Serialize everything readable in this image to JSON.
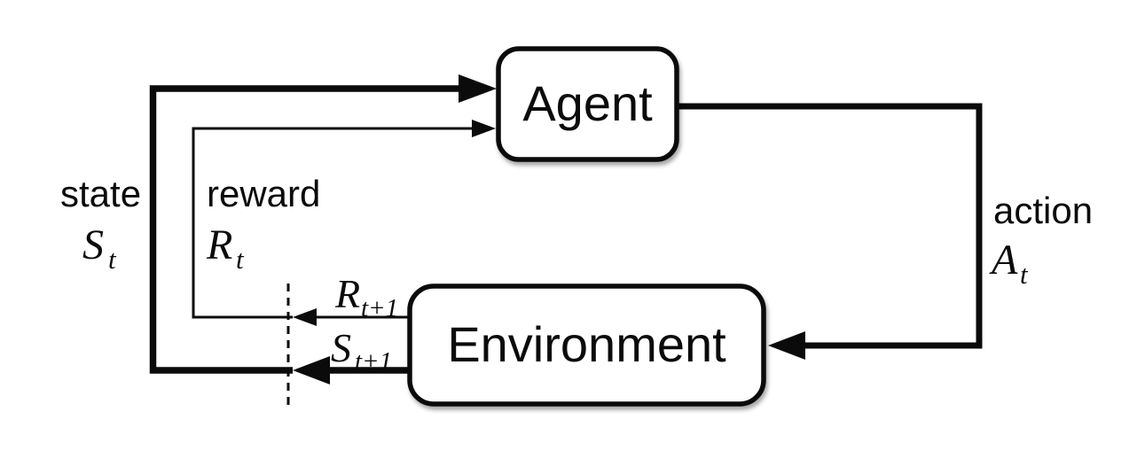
{
  "diagram": {
    "description": "Reinforcement learning agent-environment interaction loop",
    "nodes": {
      "agent": {
        "label": "Agent"
      },
      "environment": {
        "label": "Environment"
      }
    },
    "signals": {
      "state": {
        "word": "state",
        "sym": "S",
        "sub": "t"
      },
      "reward": {
        "word": "reward",
        "sym": "R",
        "sub": "t"
      },
      "action": {
        "word": "action",
        "sym": "A",
        "sub": "t"
      },
      "next_reward": {
        "sym": "R",
        "sub": "t+1"
      },
      "next_state": {
        "sym": "S",
        "sub": "t+1"
      }
    },
    "colors": {
      "ink": "#0b0b0b",
      "background": "#ffffff"
    }
  }
}
